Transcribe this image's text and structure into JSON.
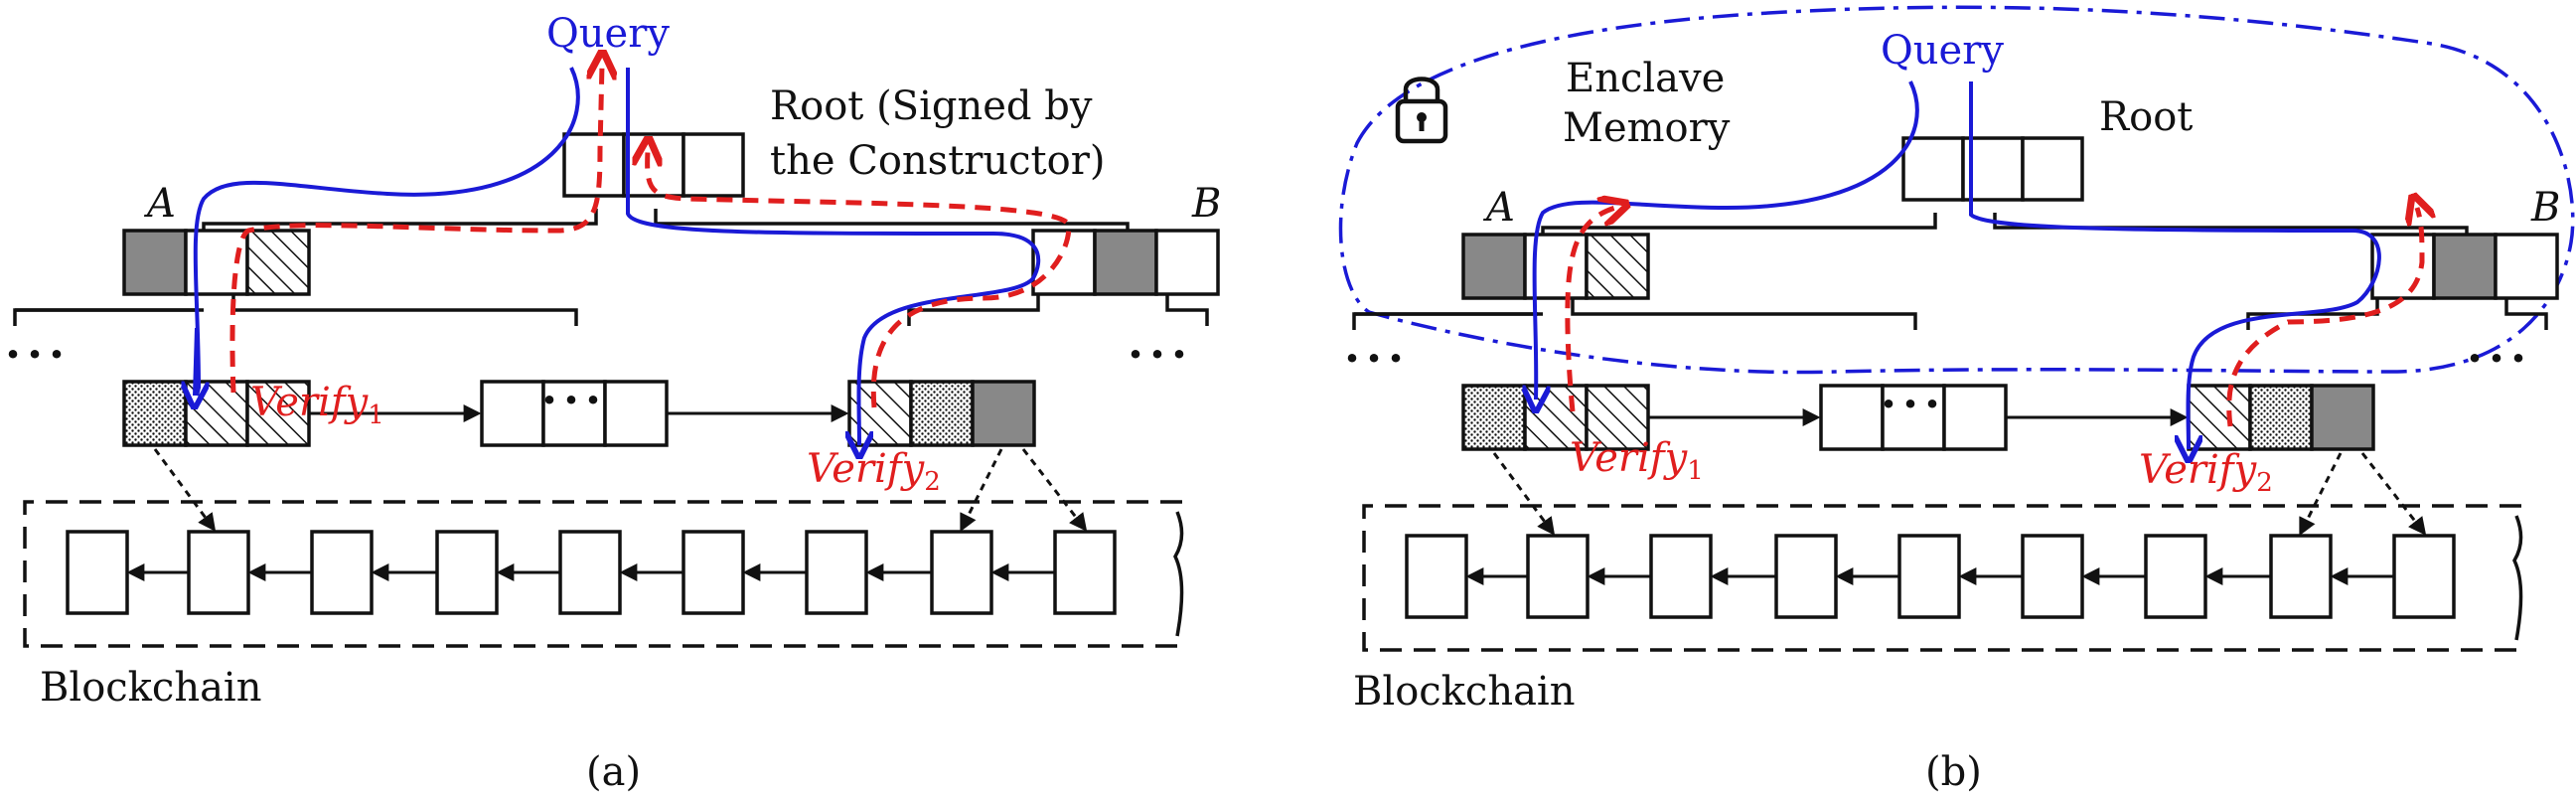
{
  "panels": [
    {
      "id": "a",
      "caption": "(a)",
      "query_label": "Query",
      "root_label_line1": "Root (Signed by",
      "root_label_line2": "the Constructor)",
      "node_a_label": "A",
      "node_b_label": "B",
      "verify1_base": "Verify",
      "verify1_sub": "1",
      "verify2_base": "Verify",
      "verify2_sub": "2",
      "ellipsis": "···",
      "blockchain_label": "Blockchain"
    },
    {
      "id": "b",
      "caption": "(b)",
      "query_label": "Query",
      "root_label_line1": "Root",
      "enclave_line1": "Enclave",
      "enclave_line2": "Memory",
      "node_a_label": "A",
      "node_b_label": "B",
      "verify1_base": "Verify",
      "verify1_sub": "1",
      "verify2_base": "Verify",
      "verify2_sub": "2",
      "ellipsis": "···",
      "blockchain_label": "Blockchain"
    }
  ],
  "colors": {
    "query_path": "#1a1ad6",
    "verify_path": "#e01e1e",
    "enclave_boundary": "#1a1ad6",
    "highlight_cell": "#888888"
  },
  "icons": [
    "lock-icon"
  ]
}
